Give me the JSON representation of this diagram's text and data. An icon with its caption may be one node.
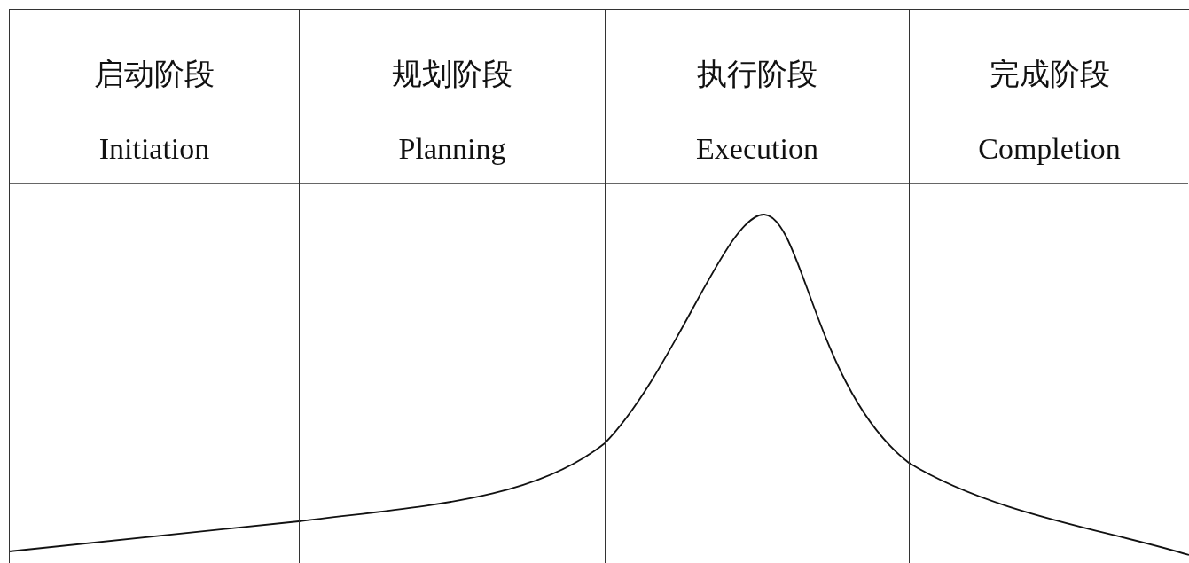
{
  "diagram": {
    "nodes": [
      {
        "text": [
          "启动阶段",
          "Initiation"
        ]
      },
      {
        "text": [
          "规划阶段",
          "Planning"
        ]
      },
      {
        "text": [
          "执行阶段",
          "Execution"
        ]
      },
      {
        "text": [
          "完成阶段",
          "Completion"
        ]
      }
    ]
  }
}
